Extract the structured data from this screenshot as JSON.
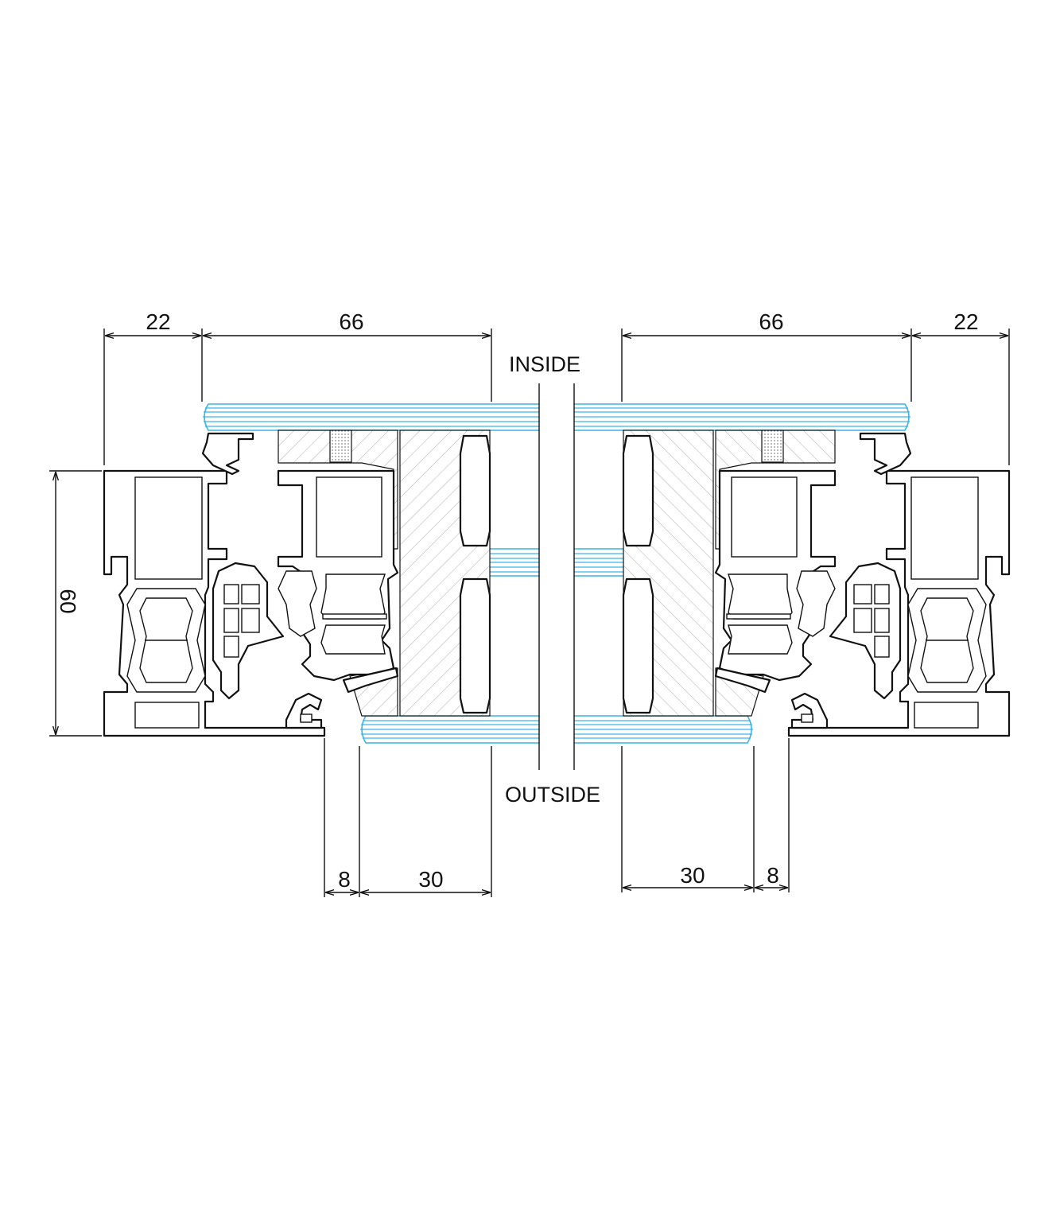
{
  "labels": {
    "inside": "INSIDE",
    "outside": "OUTSIDE"
  },
  "dimensions": {
    "left": {
      "frame_width": "22",
      "sash_width": "66",
      "height": "60",
      "bead_gap": "8",
      "bead_width": "30"
    },
    "right": {
      "frame_width": "22",
      "sash_width": "66",
      "bead_gap": "8",
      "bead_width": "30"
    }
  },
  "colors": {
    "line": "#111111",
    "glass": "#39b4e6",
    "hatch": "#9a9a9a",
    "background": "#ffffff"
  }
}
